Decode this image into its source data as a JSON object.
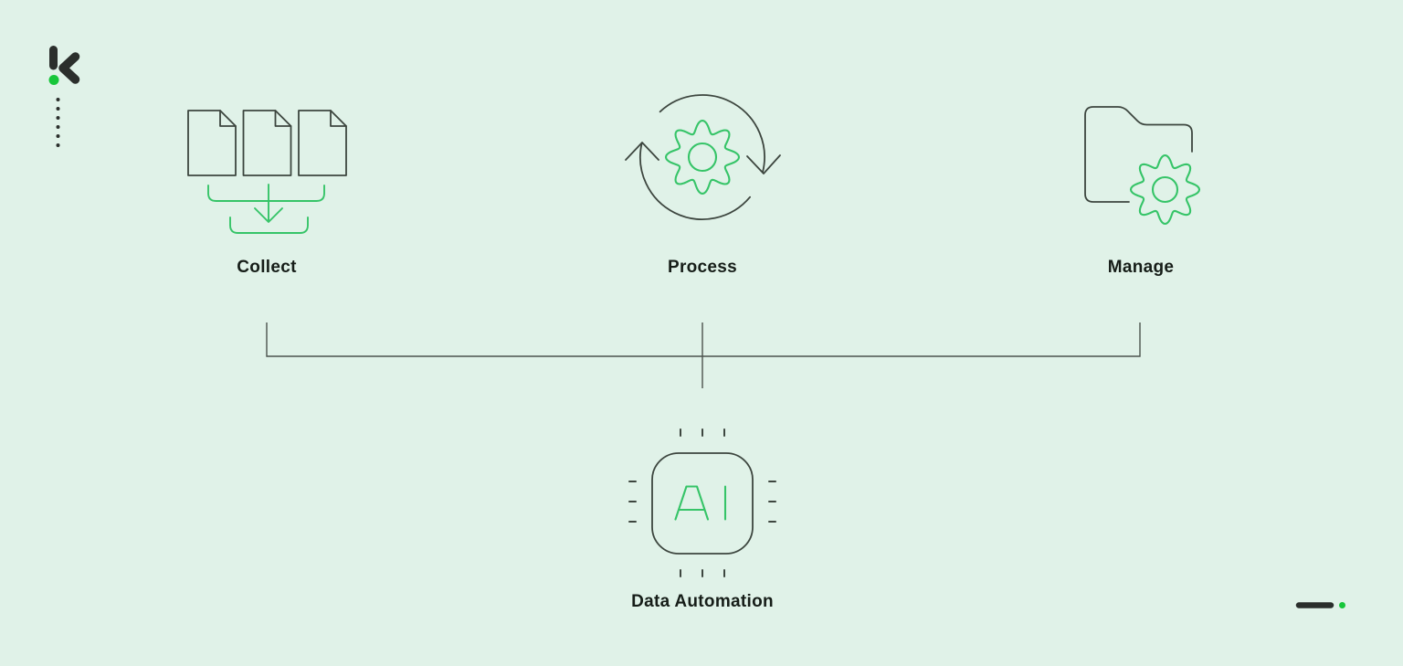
{
  "colors": {
    "bg": "#e0f2e8",
    "ink": "#3d463f",
    "inkSoft": "#4b534d",
    "inkStrong": "#2b2f2c",
    "text": "#161d18",
    "green": "#36c468",
    "greenBright": "#17c63a"
  },
  "brand": {
    "top_left_mark": "k-monogram-icon",
    "bottom_right_mark": "dash-and-dot-icon"
  },
  "icons": {
    "collect": "documents-stack-icon",
    "process": "sync-gear-icon",
    "manage": "folder-gear-icon",
    "hub": "ai-chip-icon",
    "decoration": "vertical-dotted-line"
  },
  "diagram": {
    "stages": [
      {
        "id": "collect",
        "label": "Collect"
      },
      {
        "id": "process",
        "label": "Process"
      },
      {
        "id": "manage",
        "label": "Manage"
      }
    ],
    "hub": {
      "label": "Data Automation",
      "chip_text": "AI"
    }
  }
}
